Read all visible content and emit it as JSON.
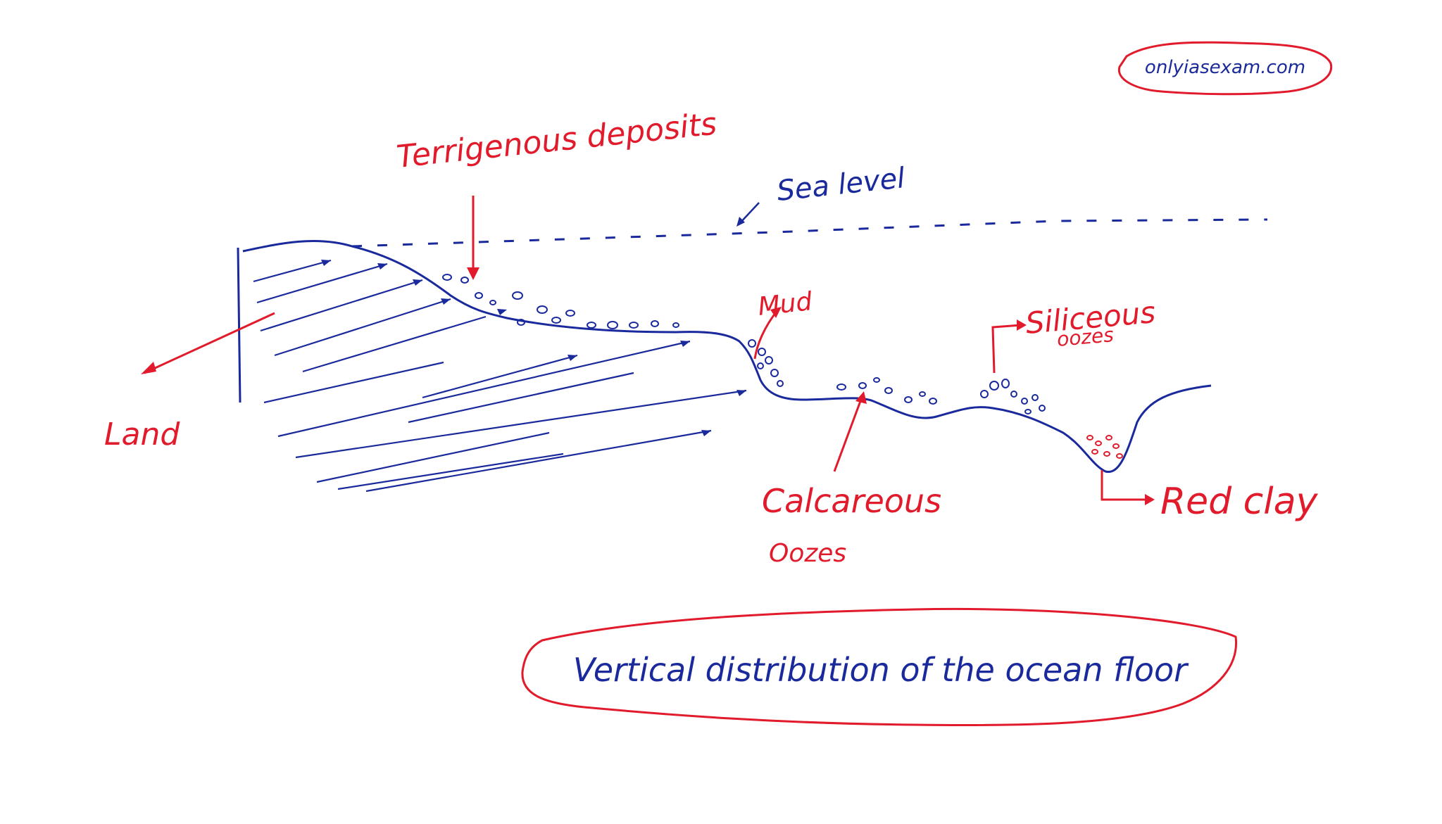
{
  "watermark": "onlyiasexam.com",
  "title": "Vertical distribution of the ocean floor",
  "labels": {
    "terrigenous": "Terrigenous deposits",
    "sea_level": "Sea level",
    "mud": "Mud",
    "siliceous_line1": "Siliceous",
    "siliceous_line2": "oozes",
    "land": "Land",
    "calcareous_line1": "Calcareous",
    "calcareous_line2": "Oozes",
    "red_clay": "Red clay"
  },
  "colors": {
    "ink_blue": "#1a2a9c",
    "ink_red": "#e11b2b",
    "paper": "#ffffff"
  }
}
